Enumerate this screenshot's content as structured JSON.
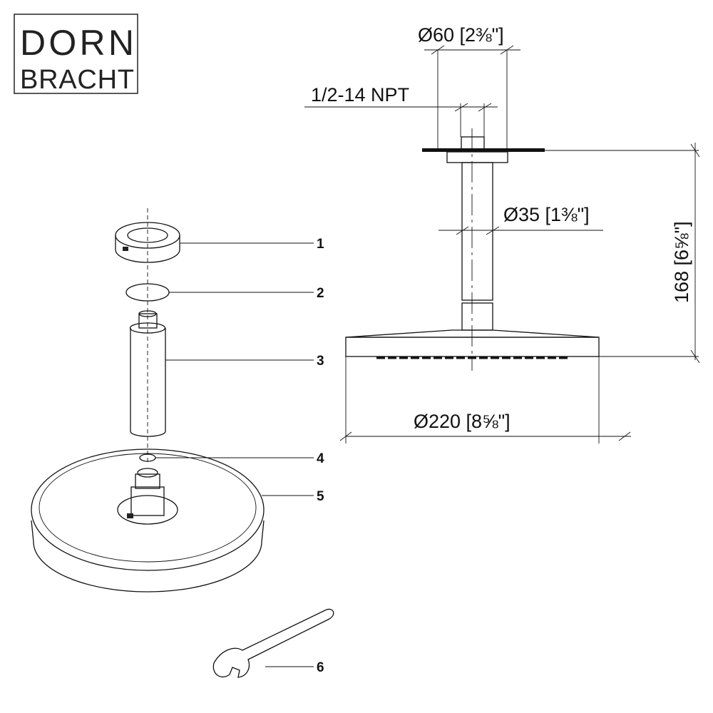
{
  "logo": {
    "line1": "DORN",
    "line2": "BRACHT"
  },
  "dimensions": {
    "flange_diameter": "Ø60 [2⅜\"]",
    "thread": "1/2-14 NPT",
    "pipe_diameter": "Ø35 [1⅜\"]",
    "height": "168 [6⅝\"]",
    "head_diameter": "Ø220 [8⅝\"]"
  },
  "parts": [
    {
      "number": "1"
    },
    {
      "number": "2"
    },
    {
      "number": "3"
    },
    {
      "number": "4"
    },
    {
      "number": "5"
    },
    {
      "number": "6"
    }
  ]
}
